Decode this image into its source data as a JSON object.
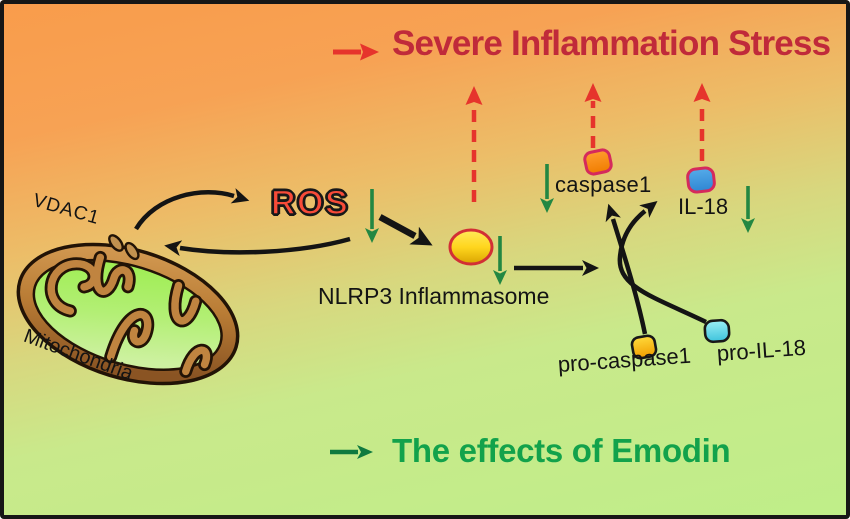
{
  "title": {
    "text": "Severe Inflammation Stress"
  },
  "footer": {
    "text": "The effects of Emodin"
  },
  "labels": {
    "vdac1": "VDAC1",
    "mitochondria": "Mitochondria",
    "ros": "ROS",
    "nlrp3": "NLRP3 Inflammasome",
    "caspase1": "caspase1",
    "il18": "IL-18",
    "pro_caspase1": "pro-caspase1",
    "pro_il18": "pro-IL-18"
  },
  "shapes": {
    "mitochondria_illustration": "oval organelle, copper membrane, green matrix, copper cristae",
    "vdac1_channels": "two small copper ovals on outer membrane",
    "nlrp3_oval": "yellow oval with crimson border",
    "caspase1_square": "orange rounded square with crimson border",
    "il18_square": "blue rounded square with crimson border",
    "pro_caspase1_square": "yellow rounded square with black border",
    "pro_il18_square": "cyan rounded square with black border",
    "up_dashed_arrows": "red dashed arrows toward inflammation stress",
    "down_green_arrows": "green decrease arrows (effect of Emodin)"
  },
  "colors": {
    "bg_top": "#f99c4b",
    "bg_bottom": "#bfee89",
    "title_red": "#c02a3a",
    "arrow_red": "#e6342c",
    "ros_red": "#f84b38",
    "green_arrow": "#238742",
    "emodin_green": "#12a24b",
    "emodin_arrow": "#0f7a3f",
    "arrow_black": "#141414",
    "oval_yellow": "#ffe95a",
    "oval_border": "#d22f35",
    "square_pink_border": "#d52a5c",
    "caspase_orange": "#fb8b1c",
    "il18_blue": "#3b9ae2",
    "pro_caspase_yellow": "#ffd61e",
    "pro_il18_cyan": "#8ae8f2",
    "mito_outline": "#221306",
    "mito_copper": "#c08440",
    "mito_green": "#98ec48"
  }
}
